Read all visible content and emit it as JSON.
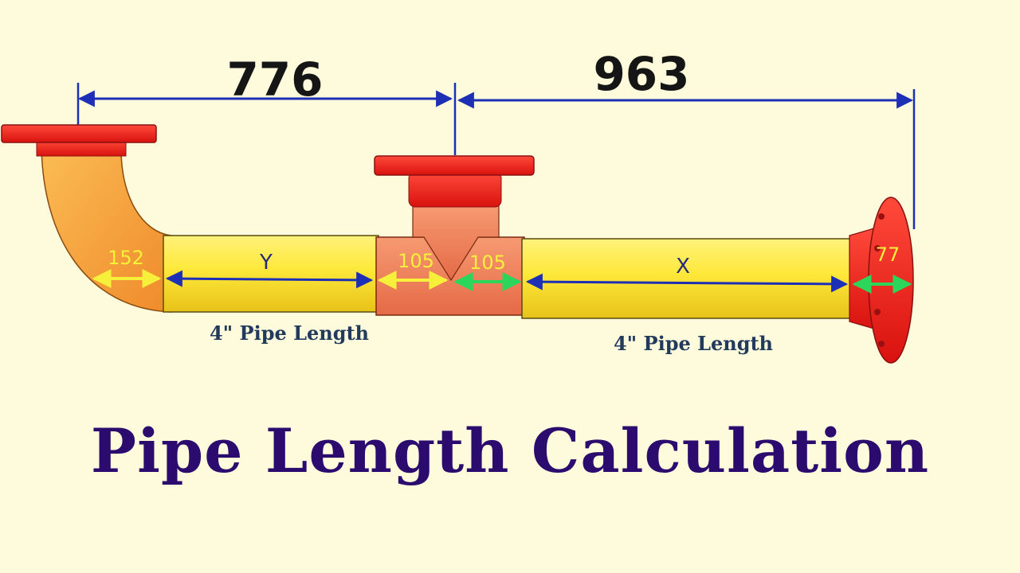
{
  "title": "Pipe Length Calculation",
  "dimensions": {
    "overall_left": "776",
    "overall_right": "963",
    "elbow_takeoff": "152",
    "tee_takeoff_left": "105",
    "tee_takeoff_right": "105",
    "flange_takeoff": "77",
    "pipe_y_label": "Y",
    "pipe_x_label": "X"
  },
  "pipe_labels": {
    "left": "4\" Pipe Length",
    "right": "4\" Pipe Length"
  },
  "colors": {
    "background": "#fdfbdc",
    "flange": "#f21d1d",
    "pipe": "#fde93a",
    "elbow": "#f9a13a",
    "tee": "#f07a55",
    "dimension_line": "#1d2fb5",
    "takeoff_yellow": "#f6f03a",
    "takeoff_green": "#2bd65a",
    "title": "#2c0b6e"
  }
}
